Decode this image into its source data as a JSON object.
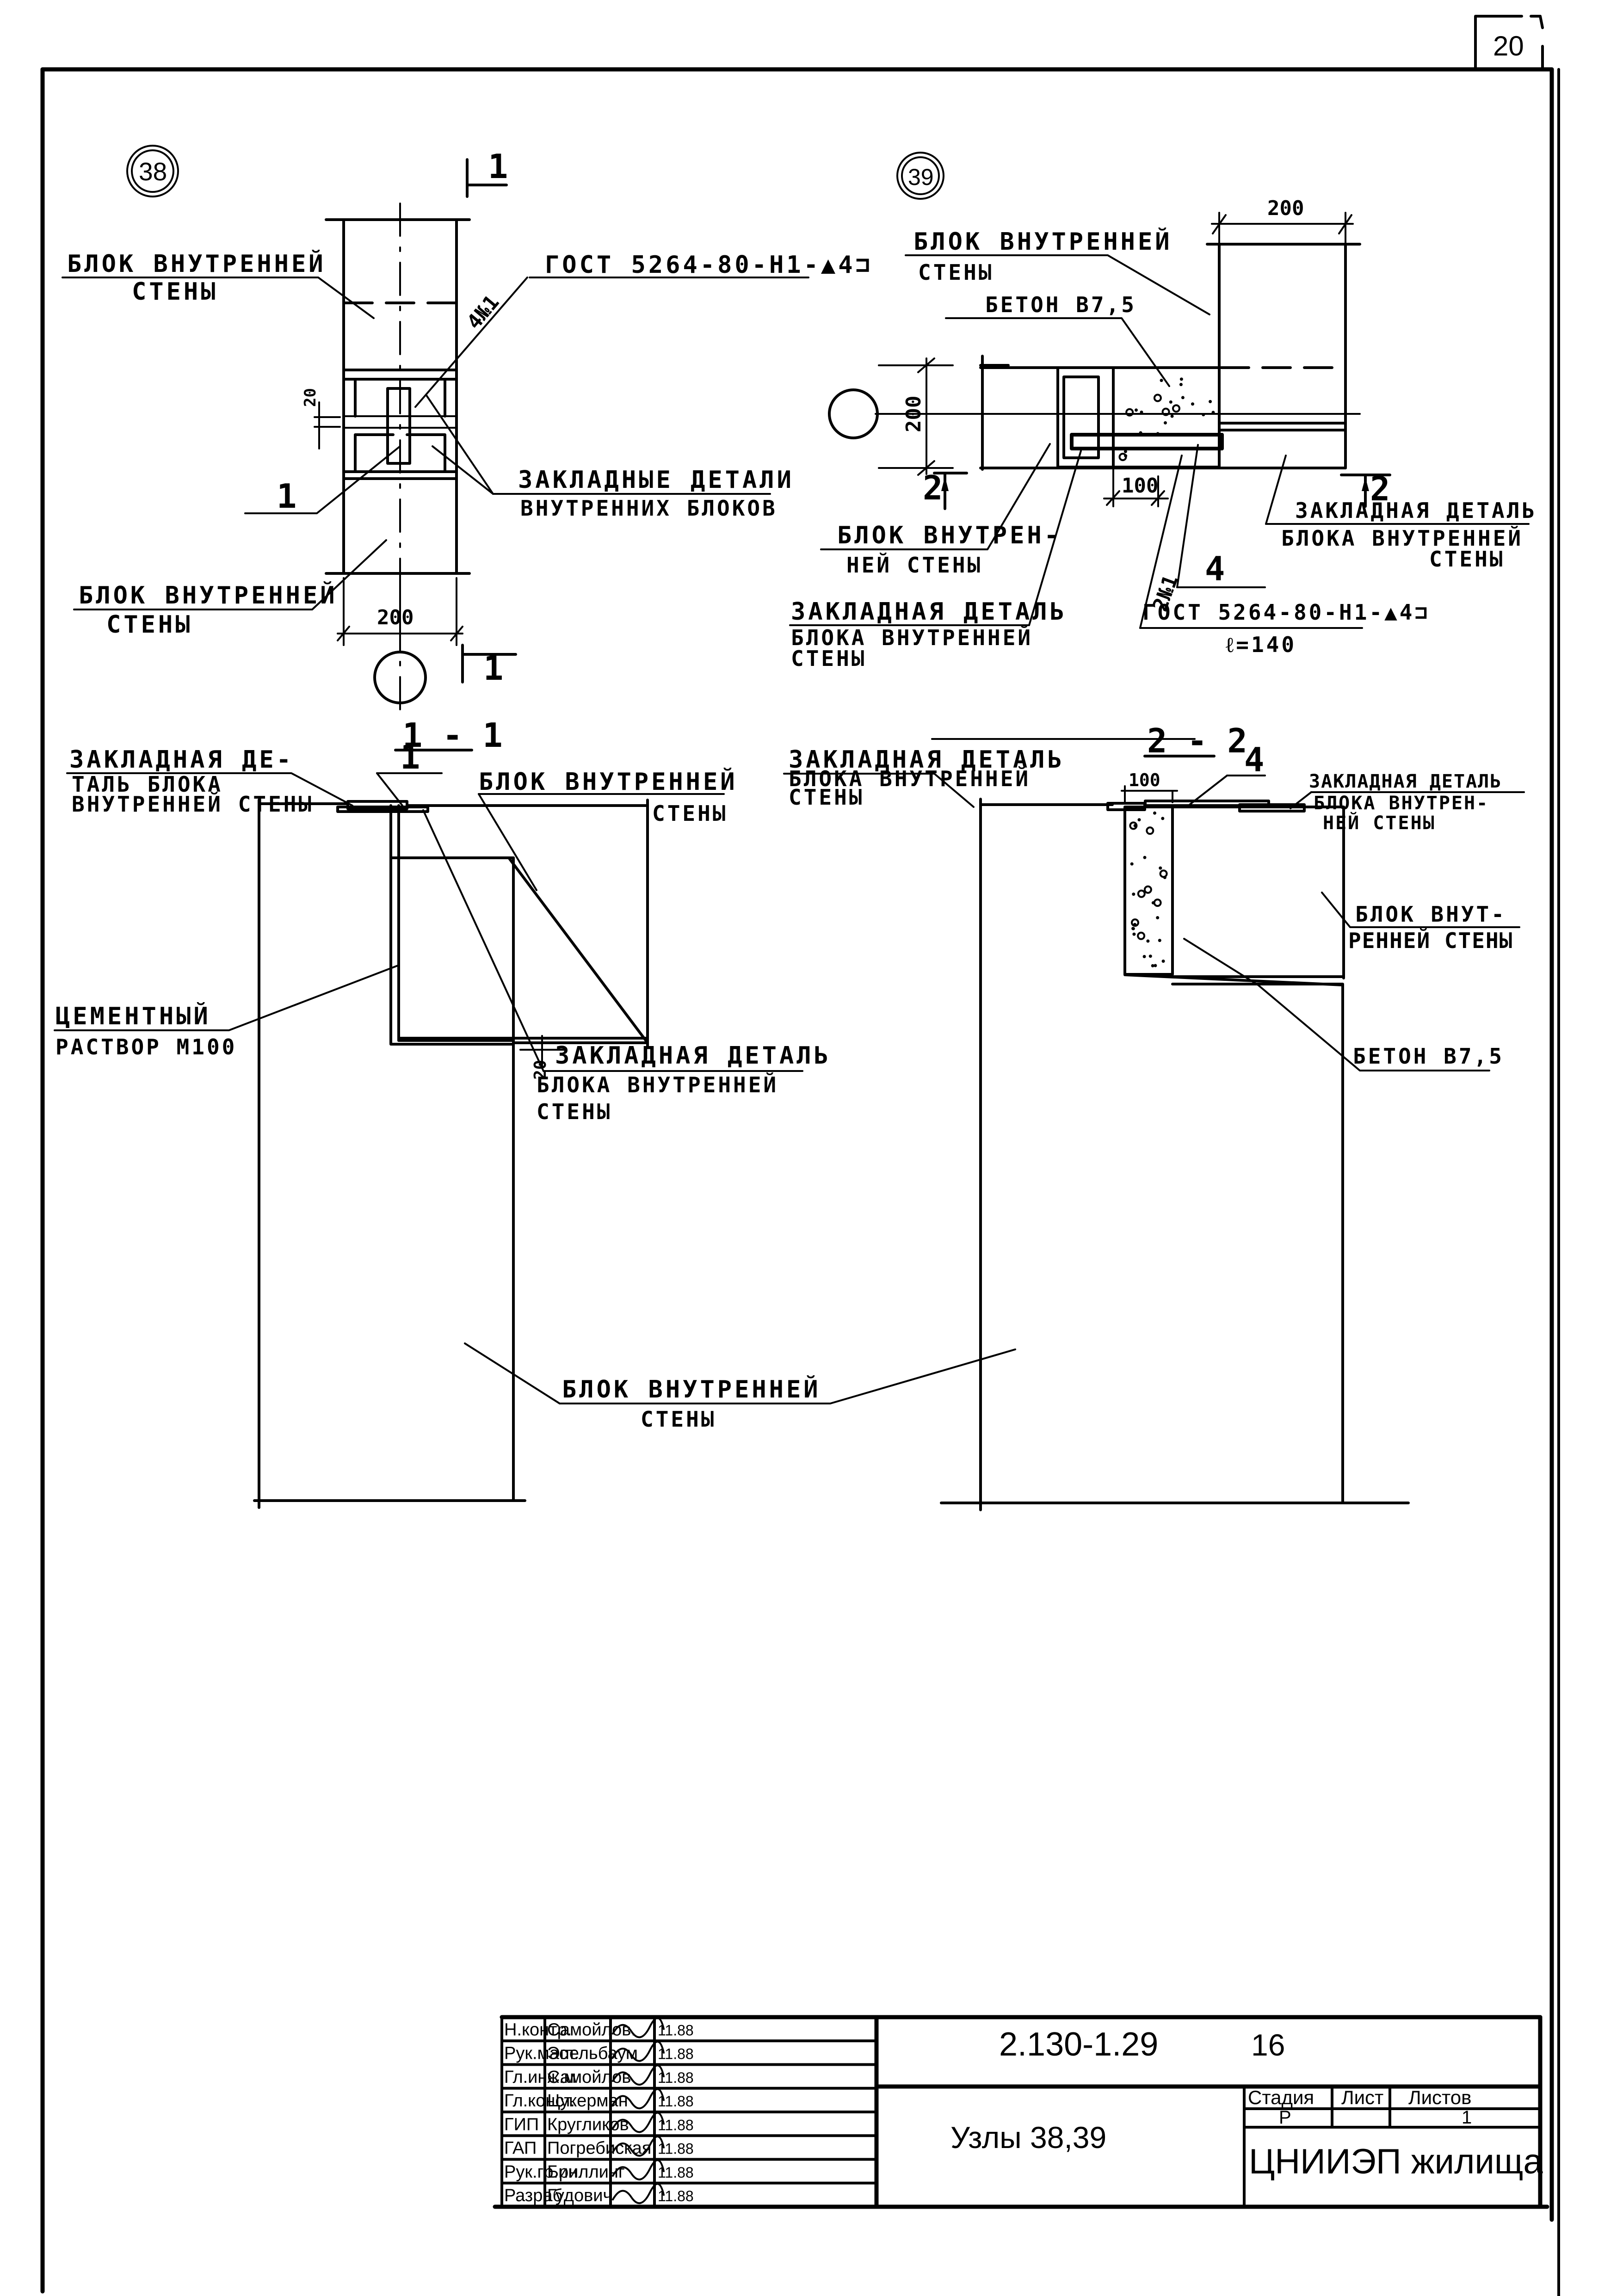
{
  "sheet": {
    "page_number": "20",
    "colors": {
      "ink": "#000000",
      "paper": "#ffffff"
    }
  },
  "node38": {
    "marker": "38",
    "section_mark": "1",
    "labels": {
      "block_top_l1": "БЛОК ВНУТРЕННЕЙ",
      "block_top_l2": "СТЕНЫ",
      "weld_spec": "ГОСТ 5264-80-Н1-▲4⊐",
      "weld_count": "4№1",
      "embedded_l1": "ЗАКЛАДНЫЕ ДЕТАЛИ",
      "embedded_l2": "ВНУТРЕННИХ БЛОКОВ",
      "pos1": "1",
      "block_bot_l1": "БЛОК ВНУТРЕННЕЙ",
      "block_bot_l2": "СТЕНЫ"
    },
    "dims": {
      "width": "200",
      "joint": "20"
    }
  },
  "node39": {
    "marker": "39",
    "section_mark": "2",
    "labels": {
      "block_top_l1": "БЛОК ВНУТРЕННЕЙ",
      "block_top_l2": "СТЕНЫ",
      "concrete": "БЕТОН В7,5",
      "block_left_l1": "БЛОК ВНУТРЕН-",
      "block_left_l2": "НЕЙ СТЕНЫ",
      "embedded_left_l1": "ЗАКЛАДНАЯ ДЕТАЛЬ",
      "embedded_left_l2": "БЛОКА ВНУТРЕННЕЙ",
      "embedded_left_l3": "СТЕНЫ",
      "embedded_right_l1": "ЗАКЛАДНАЯ ДЕТАЛЬ",
      "embedded_right_l2": "БЛОКА ВНУТРЕННЕЙ",
      "embedded_right_l3": "СТЕНЫ",
      "weld_count": "2№1",
      "pos4": "4",
      "weld_spec": "ГОСТ 5264-80-Н1-▲4⊐",
      "weld_length": "ℓ=140"
    },
    "dims": {
      "width_top": "200",
      "height_left": "200",
      "concrete_width": "100"
    }
  },
  "section11": {
    "title": "1 - 1",
    "labels": {
      "embedded_l1": "ЗАКЛАДНАЯ ДЕ-",
      "embedded_l2": "ТАЛЬ БЛОКА",
      "embedded_l3": "ВНУТРЕННЕЙ СТЕНЫ",
      "pos1": "1",
      "block_top_l1": "БЛОК ВНУТРЕННЕЙ",
      "block_top_l2": "СТЕНЫ",
      "mortar_l1": "ЦЕМЕНТНЫЙ",
      "mortar_l2": "РАСТВОР М100",
      "embedded2_l1": "ЗАКЛАДНАЯ ДЕТАЛЬ",
      "embedded2_l2": "БЛОКА ВНУТРЕННЕЙ",
      "embedded2_l3": "СТЕНЫ",
      "block_bot_l1": "БЛОК ВНУТРЕННЕЙ",
      "block_bot_l2": "СТЕНЫ"
    },
    "dims": {
      "joint": "20"
    }
  },
  "section22": {
    "title": "2 - 2",
    "labels": {
      "embedded_l1": "ЗАКЛАДНАЯ ДЕТАЛЬ",
      "embedded_l2": "БЛОКА ВНУТРЕННЕЙ",
      "embedded_l3": "СТЕНЫ",
      "pos4": "4",
      "embedded_r_l1": "ЗАКЛАДНАЯ ДЕТАЛЬ",
      "embedded_r_l2": "БЛОКА ВНУТРЕН-",
      "embedded_r_l3": "НЕЙ СТЕНЫ",
      "block_l1": "БЛОК ВНУТ-",
      "block_l2": "РЕННЕЙ СТЕНЫ",
      "concrete": "БЕТОН В7,5"
    },
    "dims": {
      "concrete_width": "100"
    }
  },
  "title_block": {
    "signatures": [
      {
        "role": "Н.контр.",
        "name": "Самойлов.",
        "date": "11.88"
      },
      {
        "role": "Рук.маст.",
        "name": "Эпельбаум",
        "date": "11.88"
      },
      {
        "role": "Гл.инж.м",
        "name": "Самойлов",
        "date": "11.88"
      },
      {
        "role": "Гл.конст.",
        "name": "Цукерман",
        "date": "11.88"
      },
      {
        "role": "ГИП",
        "name": "Кругликов",
        "date": "11.88"
      },
      {
        "role": "ГАП",
        "name": "Погребиская",
        "date": "11.88"
      },
      {
        "role": "Рук.гр.ин.",
        "name": "Бриллинг",
        "date": "11.88"
      },
      {
        "role": "Разраб.",
        "name": "Гудович",
        "date": "11.88"
      }
    ],
    "document_code": "2.130-1.29",
    "document_number": "16",
    "drawing_title": "Узлы 38,39",
    "stage_header": "Стадия",
    "sheet_header": "Лист",
    "sheets_header": "Листов",
    "stage_value": "Р",
    "sheet_value": "",
    "sheets_value": "1",
    "organization": "ЦНИИЭП жилища"
  }
}
